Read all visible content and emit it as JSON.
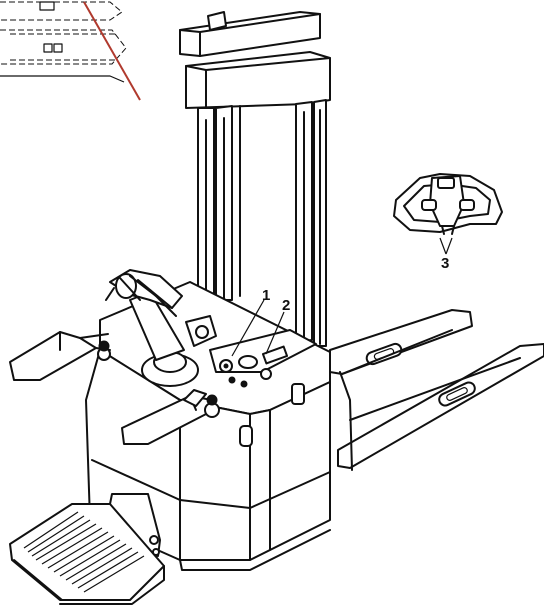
{
  "callouts": [
    {
      "id": "1",
      "label": "1"
    },
    {
      "id": "2",
      "label": "2"
    },
    {
      "id": "3",
      "label": "3"
    }
  ],
  "colors": {
    "line": "#111111",
    "background": "#ffffff",
    "strike": "#b03a2e"
  }
}
